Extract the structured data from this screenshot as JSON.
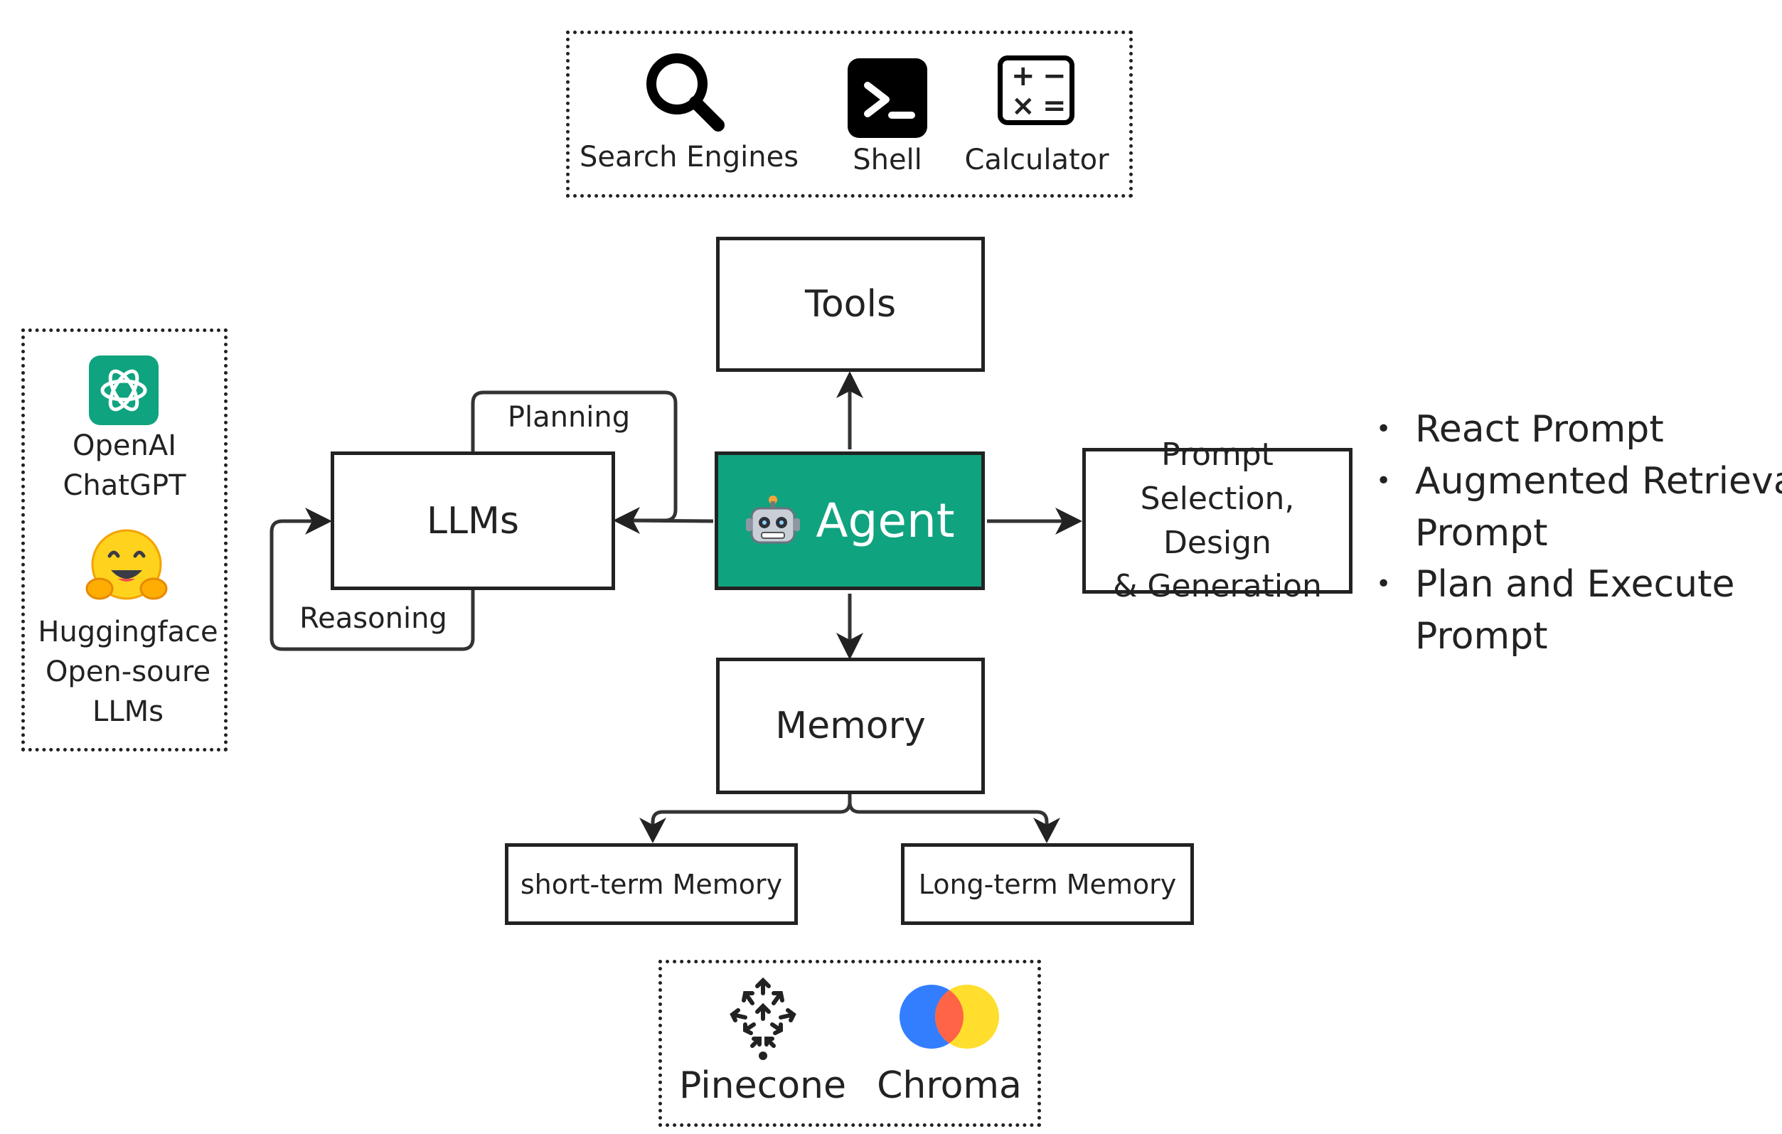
{
  "nodes": {
    "tools": "Tools",
    "agent": "Agent",
    "llms": "LLMs",
    "memory": "Memory",
    "prompt": {
      "line1": "Prompt",
      "line2": "Selection, Design",
      "line3": "& Generation"
    },
    "short_term_memory": "short-term Memory",
    "long_term_memory": "Long-term Memory"
  },
  "edges": {
    "planning": "Planning",
    "reasoning": "Reasoning"
  },
  "tools_group": {
    "search_engines": "Search Engines",
    "shell": "Shell",
    "calculator": "Calculator",
    "calculator_glyphs": [
      "+",
      "−",
      "×",
      "="
    ]
  },
  "llm_group": {
    "openai_line1": "OpenAI",
    "openai_line2": "ChatGPT",
    "hf_line1": "Huggingface",
    "hf_line2": "Open-soure",
    "hf_line3": "LLMs"
  },
  "vector_group": {
    "pinecone": "Pinecone",
    "chroma": "Chroma"
  },
  "prompt_techniques": [
    "React Prompt",
    "Augmented Retrieval Prompt",
    "Plan and Execute Prompt"
  ],
  "colors": {
    "agent_fill": "#10a37f",
    "openai_green": "#10a37f",
    "chroma_blue": "#327eff",
    "chroma_red": "#ff6446",
    "chroma_yellow": "#ffde2d",
    "hf_yellow": "#ffd21e"
  }
}
